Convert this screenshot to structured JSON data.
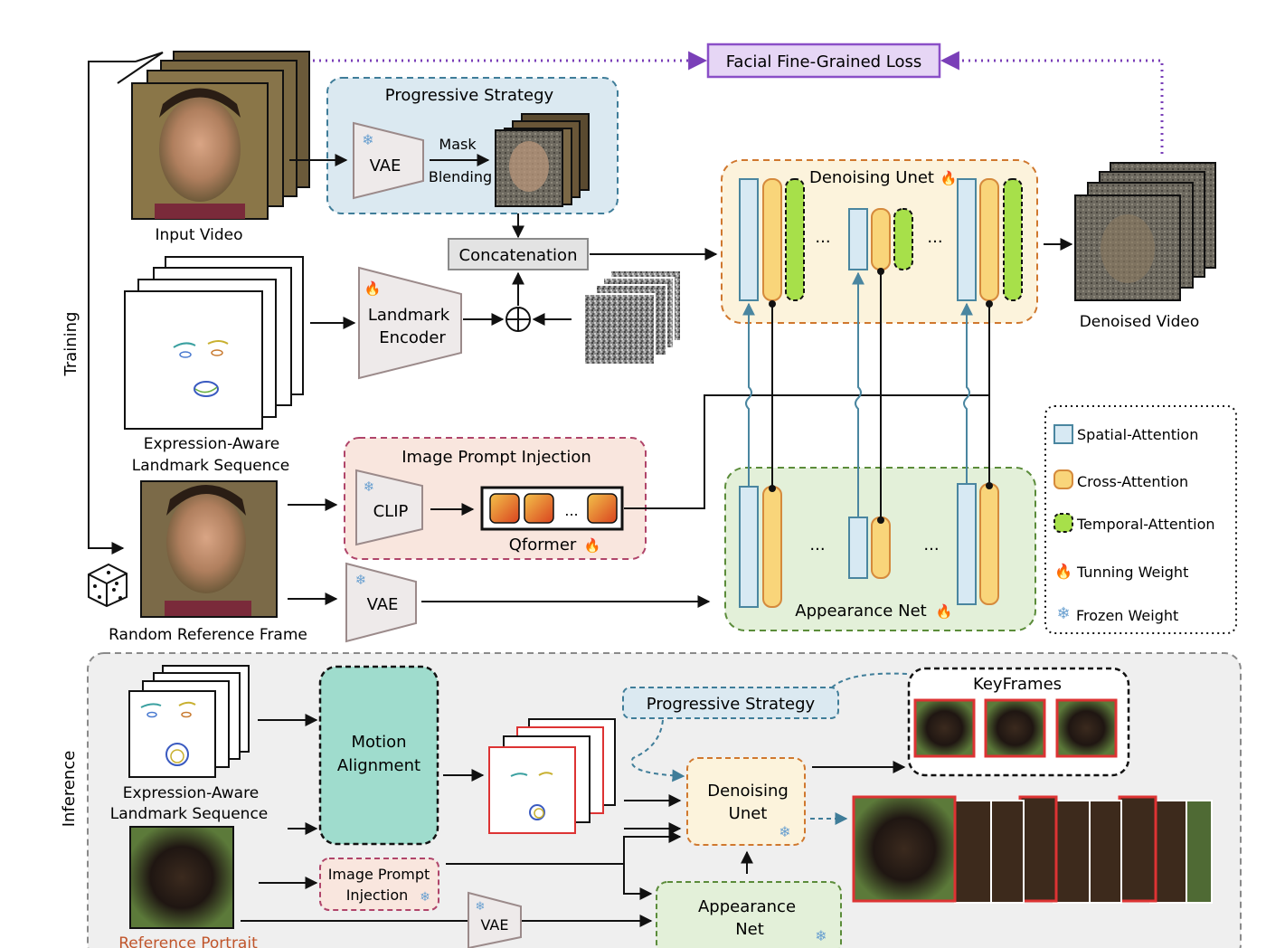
{
  "loss": {
    "label": "Facial Fine-Grained Loss"
  },
  "training": {
    "side_label": "Training",
    "input_video_label": "Input Video",
    "progressive_strategy": {
      "title": "Progressive Strategy",
      "vae": "VAE",
      "mask": "Mask",
      "blending": "Blending"
    },
    "concatenation": "Concatenation",
    "landmark_encoder": [
      "Landmark",
      "Encoder"
    ],
    "landmark_sequence_label": [
      "Expression-Aware",
      "Landmark Sequence"
    ],
    "image_prompt_injection": {
      "title": "Image Prompt Injection",
      "clip": "CLIP",
      "qformer": "Qformer",
      "dots": "..."
    },
    "reference_frame_label": "Random Reference Frame",
    "vae_ref": "VAE",
    "denoising_unet": "Denoising Unet",
    "appearance_net": "Appearance Net",
    "denoised_video_label": "Denoised Video",
    "dots": "..."
  },
  "legend": [
    {
      "label": "Spatial-Attention",
      "kind": "spatial"
    },
    {
      "label": "Cross-Attention",
      "kind": "cross"
    },
    {
      "label": "Temporal-Attention",
      "kind": "temporal"
    },
    {
      "label": "Tunning Weight",
      "kind": "fire"
    },
    {
      "label": "Frozen Weight",
      "kind": "snow"
    }
  ],
  "inference": {
    "side_label": "Inference",
    "landmark_sequence_label": [
      "Expression-Aware",
      "Landmark Sequence"
    ],
    "motion_alignment": [
      "Motion",
      "Alignment"
    ],
    "progressive_strategy": "Progressive Strategy",
    "keyframes": "KeyFrames",
    "denoising_unet": [
      "Denoising",
      "Unet"
    ],
    "image_prompt_injection": [
      "Image Prompt",
      "Injection"
    ],
    "vae": "VAE",
    "appearance_net": [
      "Appearance",
      "Net"
    ],
    "reference_portrait_label": "Reference Portrait"
  },
  "colors": {
    "spatial": "#d7e9f3",
    "spatial_stroke": "#4a86a0",
    "cross": "#f9d57a",
    "cross_stroke": "#d58a3c",
    "temporal": "#a7e04a",
    "loss_fill": "#e6d6f5",
    "loss_stroke": "#8a4fc7",
    "ps_fill": "#dbe9f1",
    "ps_stroke": "#3f7d99",
    "ipi_fill": "#f9e6de",
    "ipi_stroke": "#b0456a",
    "unet_fill": "#fcf3dc",
    "unet_stroke": "#d0782e",
    "app_fill": "#e3f0d9",
    "app_stroke": "#5b8c3a",
    "motion_fill": "#9fdccd",
    "inference_bg": "#efefef",
    "ref_label": "#c0552b"
  },
  "icons": [
    "snowflake-icon",
    "fire-icon",
    "dice-icon",
    "plus-circle-icon"
  ]
}
